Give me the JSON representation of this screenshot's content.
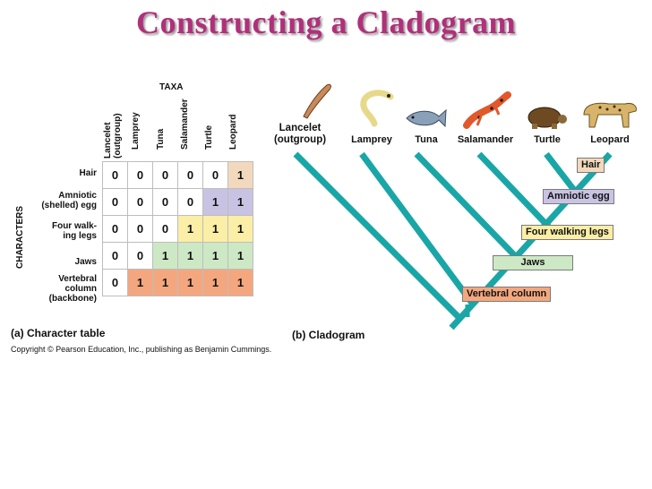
{
  "title": "Constructing a Cladogram",
  "table": {
    "taxa_heading": "TAXA",
    "characters_heading": "CHARACTERS",
    "taxa": [
      "Lancelet (outgroup)",
      "Lamprey",
      "Tuna",
      "Salamander",
      "Turtle",
      "Leopard"
    ],
    "characters": [
      "Hair",
      "Amniotic (shelled) egg",
      "Four walk-ing legs",
      "Jaws",
      "Vertebral column (backbone)"
    ],
    "rows": [
      [
        0,
        0,
        0,
        0,
        0,
        1
      ],
      [
        0,
        0,
        0,
        0,
        1,
        1
      ],
      [
        0,
        0,
        0,
        1,
        1,
        1
      ],
      [
        0,
        0,
        1,
        1,
        1,
        1
      ],
      [
        0,
        1,
        1,
        1,
        1,
        1
      ]
    ],
    "caption": "(a) Character table"
  },
  "cladogram": {
    "taxa": [
      "Lancelet (outgroup)",
      "Lamprey",
      "Tuna",
      "Salamander",
      "Turtle",
      "Leopard"
    ],
    "traits": [
      "Hair",
      "Amniotic egg",
      "Four walking legs",
      "Jaws",
      "Vertebral column"
    ],
    "caption": "(b) Cladogram"
  },
  "copyright": "Copyright © Pearson Education, Inc., publishing as Benjamin Cummings.",
  "colors": {
    "title": "#b0307a",
    "branch": "#1aa6a6",
    "hair": "#f2d9bd",
    "amniotic_egg": "#c9c3e3",
    "four_walking_legs": "#fbeea6",
    "jaws": "#cde8c4",
    "vertebral_column": "#f4a77f"
  }
}
